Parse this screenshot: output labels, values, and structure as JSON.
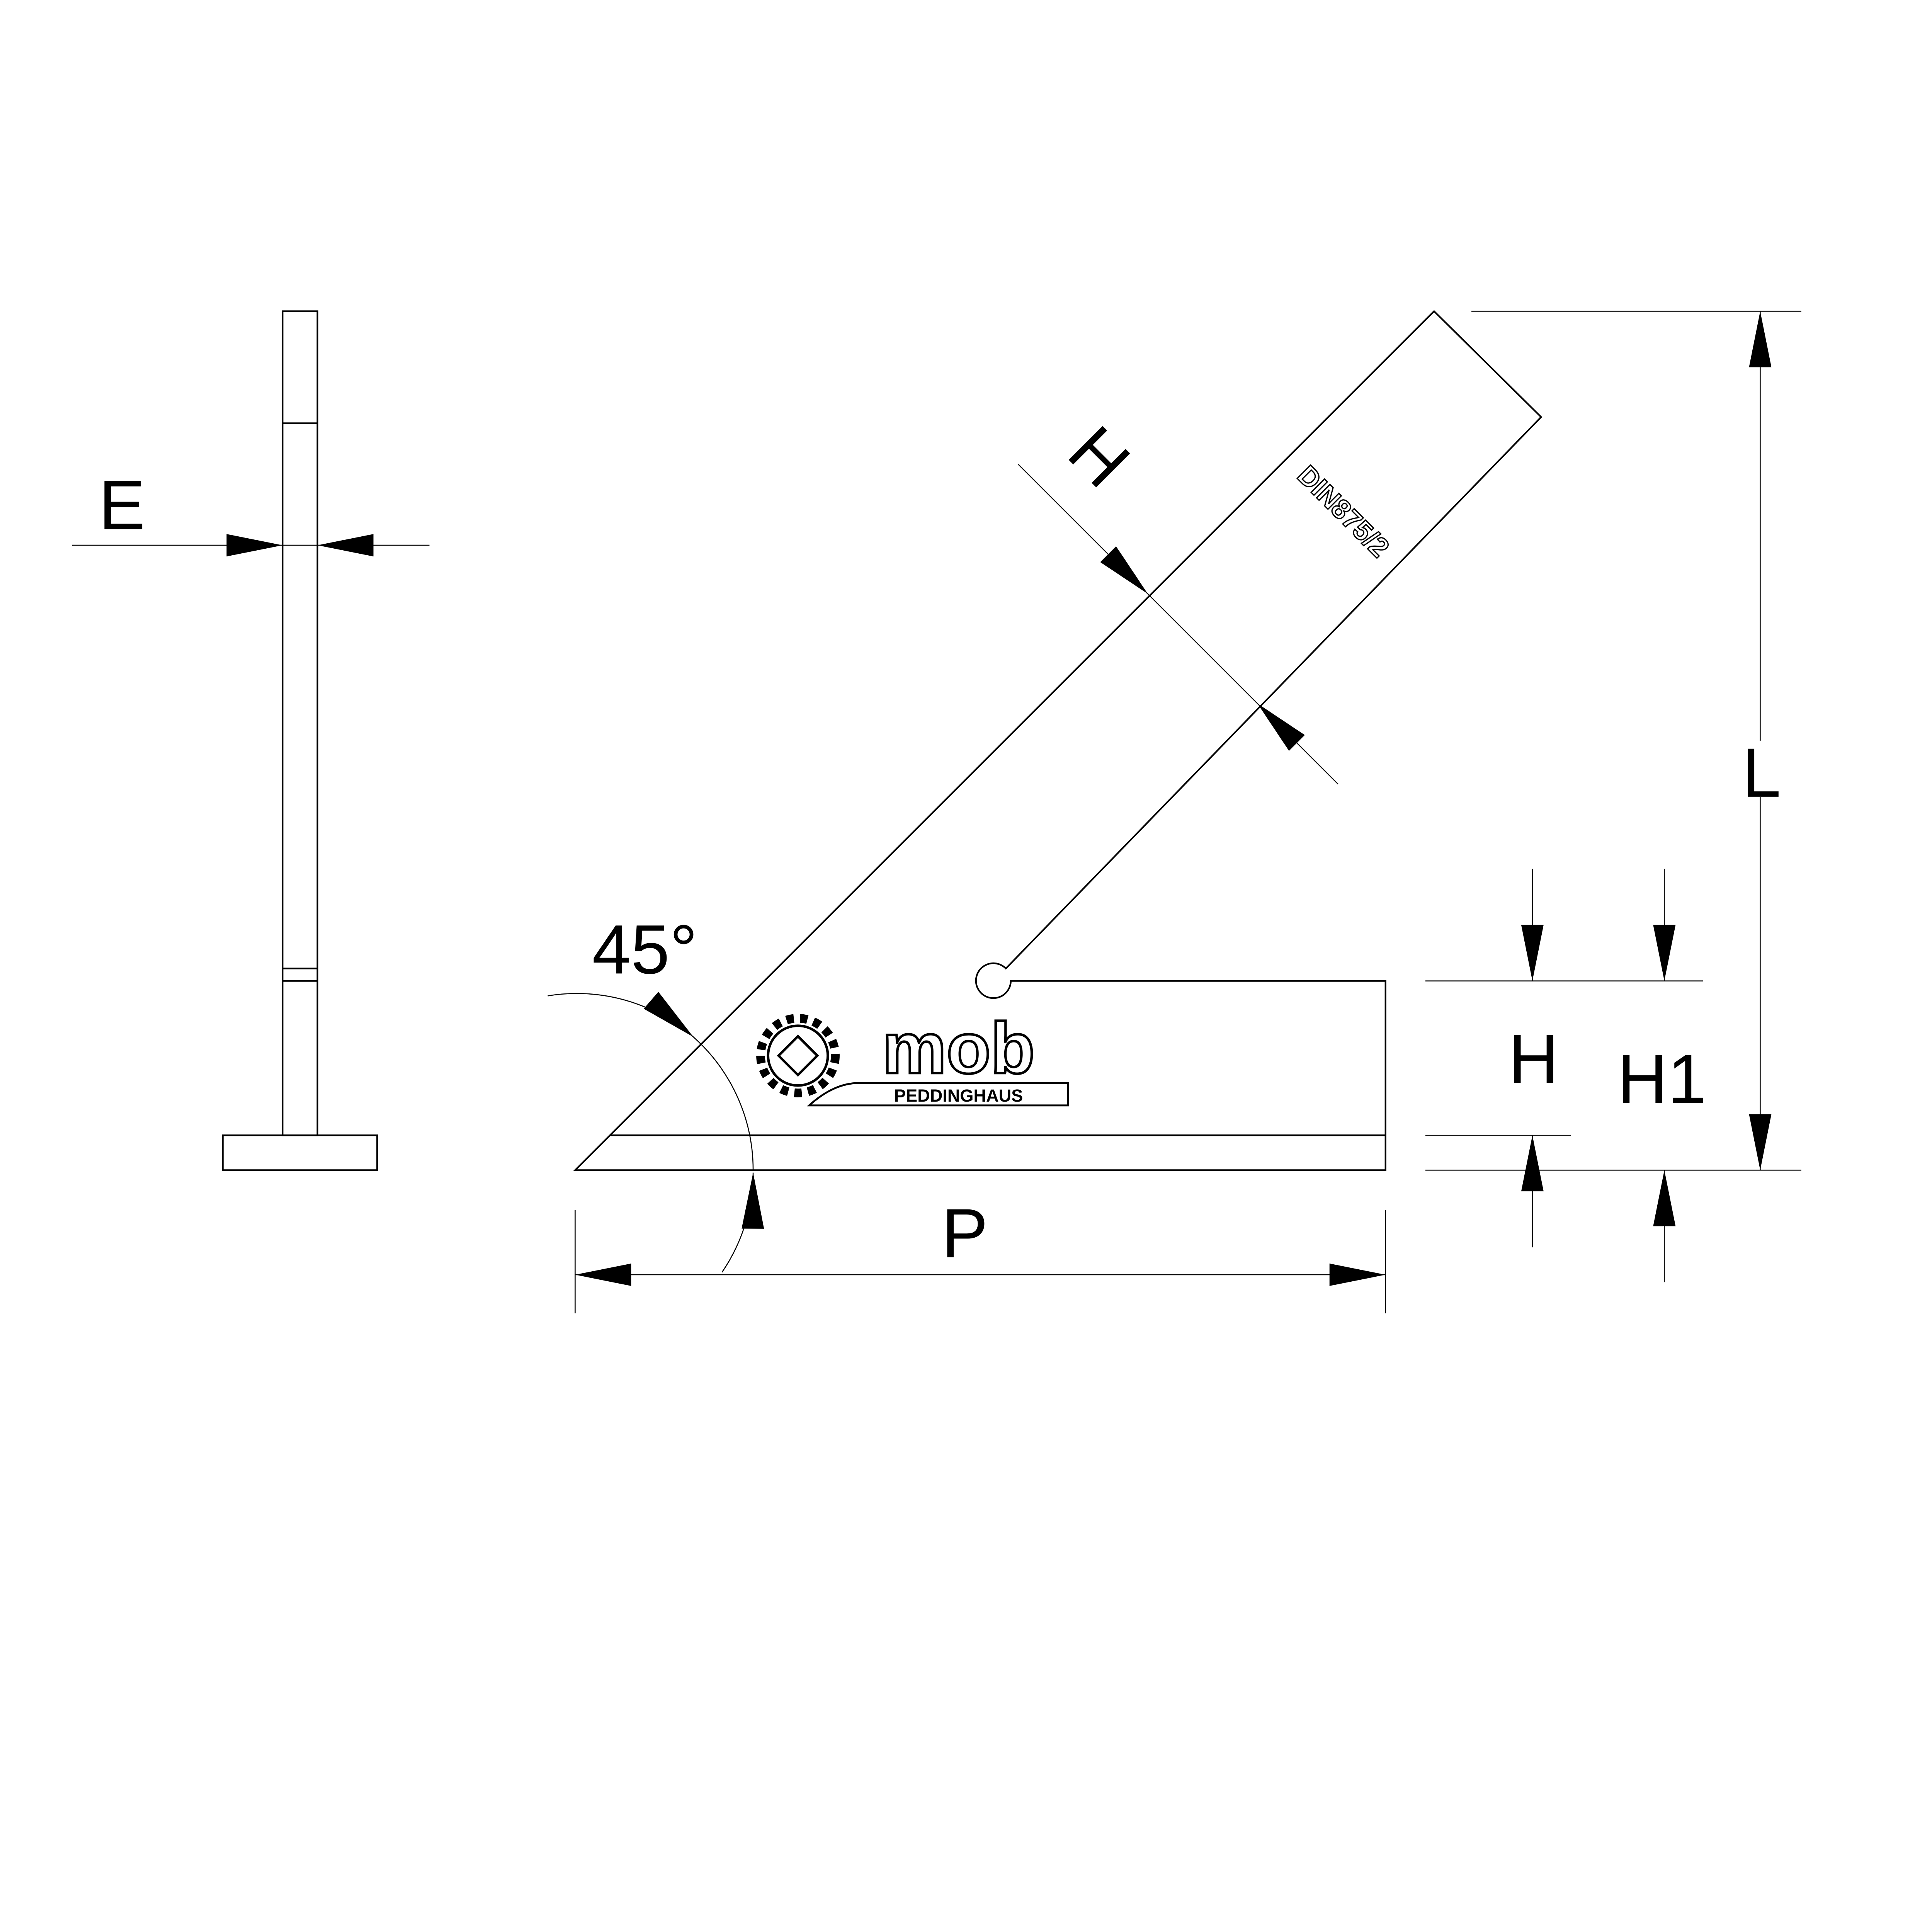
{
  "drawing": {
    "side_view": {
      "thickness_label": "E"
    },
    "front_view": {
      "blade_width_label": "H",
      "marking": "DIN875/2",
      "angle_label": "45°",
      "length_label": "P",
      "height_label_L": "L",
      "base_height_label": "H",
      "total_height_label": "H1"
    },
    "logo": {
      "brand": "mob",
      "subtitle": "PEDDINGHAUS"
    }
  }
}
